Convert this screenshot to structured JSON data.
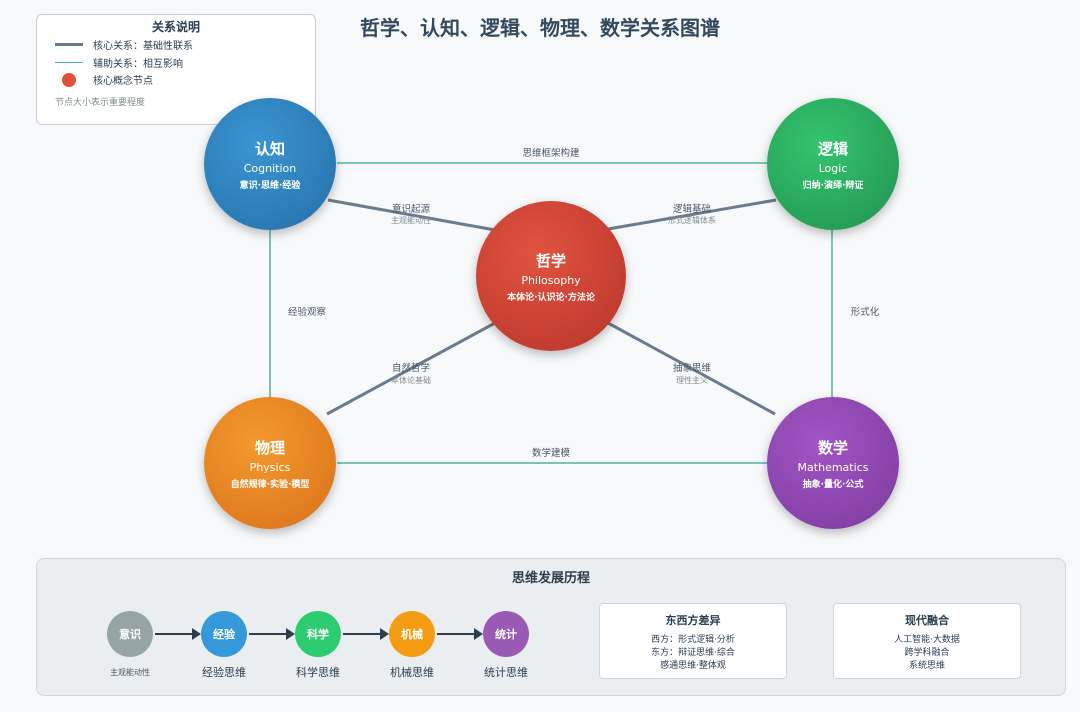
{
  "title": "哲学、认知、逻辑、物理、数学关系图谱",
  "legend": {
    "title": "关系说明",
    "core": "核心关系：基础性联系",
    "aux": "辅助关系：相互影响",
    "node": "核心概念节点",
    "note": "节点大小表示重要程度"
  },
  "colors": {
    "core_line": "#6b7b8c",
    "aux_line": "#4fb59a",
    "philosophy": "#c0392b",
    "cognition": "#2e86c1",
    "logic": "#27ae60",
    "physics": "#e67e22",
    "math": "#8e44ad"
  },
  "nodes": {
    "philosophy": {
      "zh": "哲学",
      "en": "Philosophy",
      "sub": "本体论·认识论·方法论"
    },
    "cognition": {
      "zh": "认知",
      "en": "Cognition",
      "sub": "意识·思维·经验"
    },
    "logic": {
      "zh": "逻辑",
      "en": "Logic",
      "sub": "归纳·演绎·辩证"
    },
    "physics": {
      "zh": "物理",
      "en": "Physics",
      "sub": "自然规律·实验·模型"
    },
    "math": {
      "zh": "数学",
      "en": "Mathematics",
      "sub": "抽象·量化·公式"
    }
  },
  "edges": {
    "cog_phil": {
      "label": "意识起源",
      "sub": "主观能动性"
    },
    "logic_phil": {
      "label": "逻辑基础",
      "sub": "形式逻辑体系"
    },
    "phys_phil": {
      "label": "自然哲学",
      "sub": "本体论基础"
    },
    "math_phil": {
      "label": "抽象思维",
      "sub": "理性主义"
    },
    "cog_logic": {
      "label": "思维框架构建"
    },
    "cog_phys": {
      "label": "经验观察"
    },
    "logic_math": {
      "label": "形式化"
    },
    "phys_math": {
      "label": "数学建模"
    }
  },
  "timeline": {
    "title": "思维发展历程",
    "stages": [
      {
        "node": "意识",
        "label": "主观能动性",
        "color": "#95a5a6"
      },
      {
        "node": "经验",
        "label": "经验思维",
        "color": "#3498db"
      },
      {
        "node": "科学",
        "label": "科学思维",
        "color": "#2ecc71"
      },
      {
        "node": "机械",
        "label": "机械思维",
        "color": "#f39c12"
      },
      {
        "node": "统计",
        "label": "统计思维",
        "color": "#9b59b6"
      }
    ],
    "east_west": {
      "title": "东西方差异",
      "lines": [
        "西方：形式逻辑·分析",
        "东方：辩证思维·综合",
        "感通思维·整体观"
      ]
    },
    "modern": {
      "title": "现代融合",
      "lines": [
        "人工智能·大数据",
        "跨学科融合",
        "系统思维"
      ]
    }
  }
}
